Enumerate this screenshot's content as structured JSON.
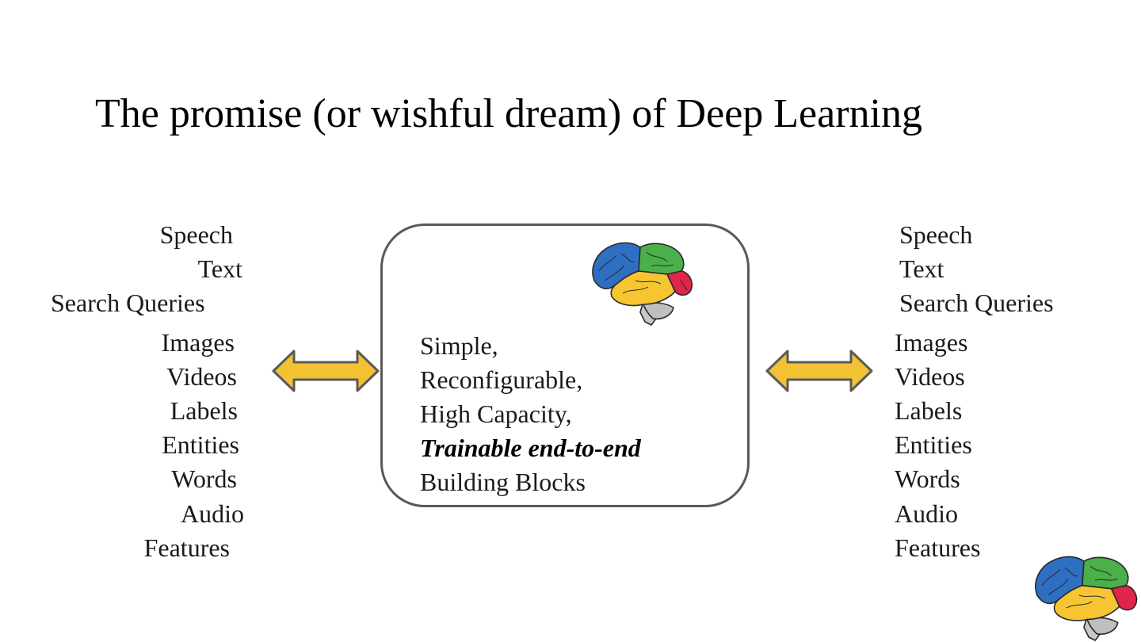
{
  "slide": {
    "title": "The promise (or wishful dream) of Deep Learning"
  },
  "left_labels": [
    "Speech",
    "Text",
    "Search Queries",
    "Images",
    "Videos",
    "Labels",
    "Entities",
    "Words",
    "Audio",
    "Features"
  ],
  "right_labels": [
    "Speech",
    "Text",
    "Search Queries",
    "Images",
    "Videos",
    "Labels",
    "Entities",
    "Words",
    "Audio",
    "Features"
  ],
  "center_box": {
    "lines": [
      "Simple,",
      "Reconfigurable,",
      "High Capacity,",
      "Trainable end-to-end",
      "Building Blocks"
    ]
  },
  "colors": {
    "arrow_fill": "#F2C233",
    "arrow_stroke": "#5a5a5a",
    "box_border": "#595959",
    "brain_blue": "#2F6FC1",
    "brain_green": "#4CB04A",
    "brain_yellow": "#F6C531",
    "brain_red": "#E0254A",
    "brain_gray": "#BFBFBF"
  },
  "icons": {
    "arrows": "double-headed-arrow-icon",
    "brain": "brain-icon"
  }
}
